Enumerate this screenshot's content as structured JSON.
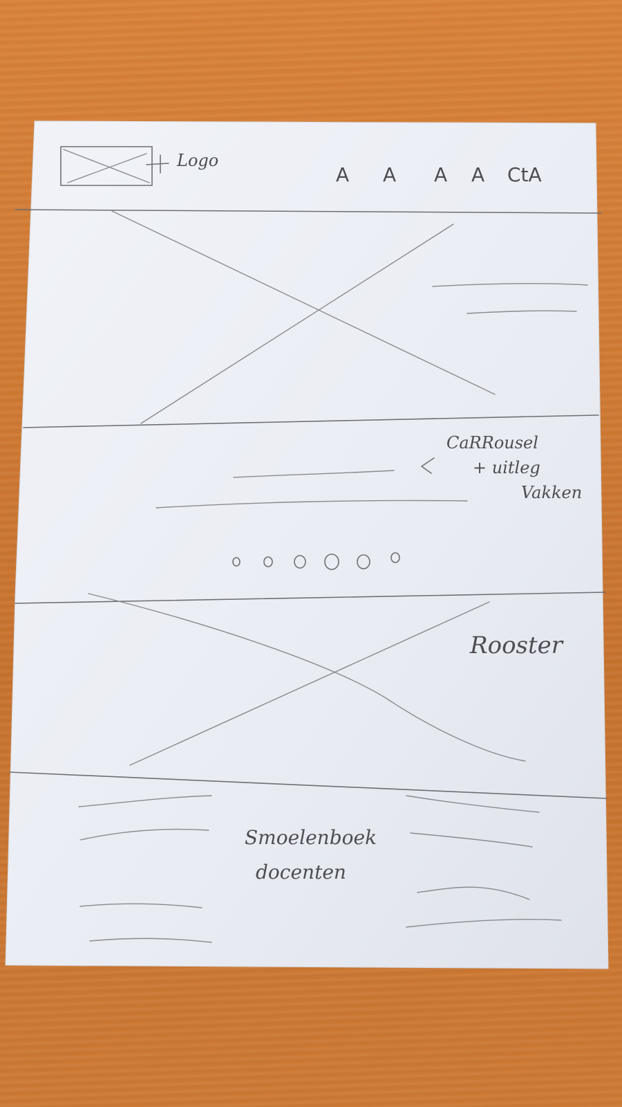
{
  "header": {
    "logo_label": "Logo",
    "nav_items": [
      "A",
      "A",
      "A",
      "A"
    ],
    "cta_label": "CtA"
  },
  "carousel": {
    "note_line1": "CaRRousel",
    "note_line2": "+ uitleg",
    "note_line3": "Vakken",
    "dot_count": 6
  },
  "schedule": {
    "label": "Rooster"
  },
  "teachers": {
    "label_line1": "Smoelenboek",
    "label_line2": "docenten"
  },
  "colors": {
    "paper": "#eef0f6",
    "pencil": "#6f6f73",
    "table_wood": "#cf7a34"
  }
}
